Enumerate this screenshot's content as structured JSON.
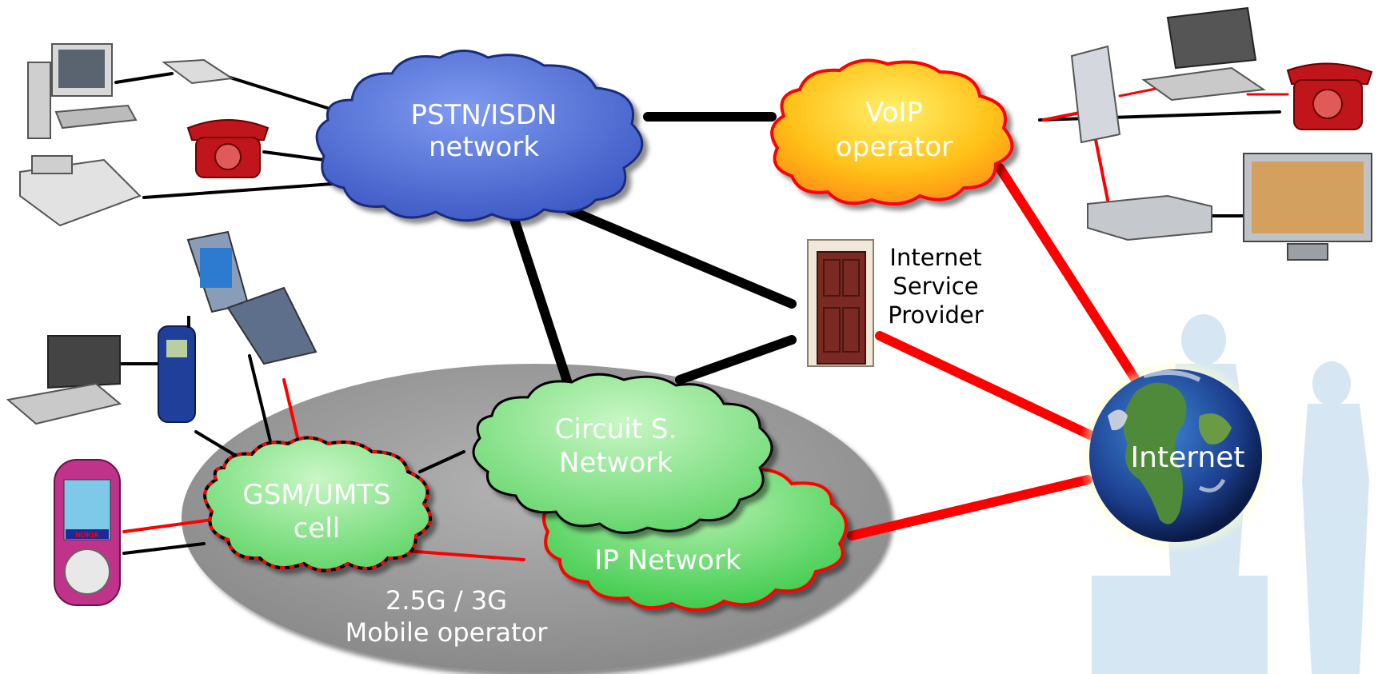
{
  "nodes": {
    "pstn": {
      "line1": "PSTN/ISDN",
      "line2": "network"
    },
    "voip": {
      "line1": "VoIP",
      "line2": "operator"
    },
    "isp": {
      "line1": "Internet",
      "line2": "Service",
      "line3": "Provider"
    },
    "circuit": {
      "line1": "Circuit S.",
      "line2": "Network"
    },
    "gsm": {
      "line1": "GSM/UMTS",
      "line2": "cell"
    },
    "ip": {
      "line1": "IP Network"
    },
    "internet": {
      "line1": "Internet"
    },
    "mobile_operator": {
      "line1": "2.5G / 3G",
      "line2": "Mobile operator"
    }
  },
  "phone_brand": "NOKIA",
  "colors": {
    "pstn_cloud": "#4f6fd6",
    "voip_cloud": "#ffc21a",
    "green_cloud": "#78e07a",
    "mobile_ellipse": "#9a9a9a",
    "link_red": "#ff0000",
    "link_black": "#000000",
    "phone_red": "#c0151a",
    "background_silhouette": "#cfe3f2"
  },
  "icons": [
    "desktop-computer-icon",
    "modem-icon",
    "red-telephone-icon",
    "fax-machine-icon",
    "flip-phone-icon",
    "mobile-phone-icon",
    "laptop-icon",
    "smartphone-icon",
    "router-tower-icon",
    "set-top-box-icon",
    "television-icon",
    "door-icon",
    "earth-globe-icon"
  ]
}
